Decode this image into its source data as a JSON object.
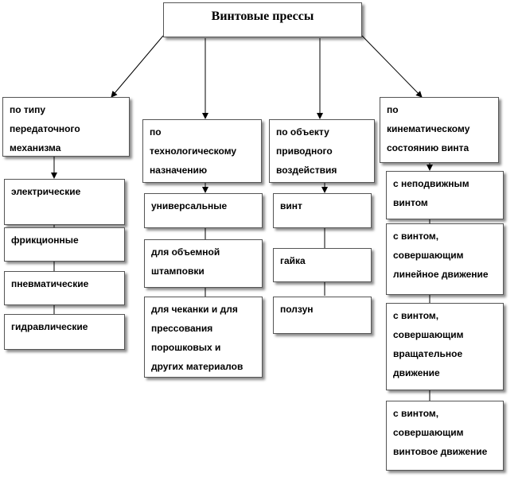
{
  "root": "Винтовые прессы",
  "columns": [
    {
      "header": "по типу\nпередаточного\nмеханизма",
      "items": [
        "электрические",
        "фрикционные",
        "пневматические",
        "гидравлические"
      ]
    },
    {
      "header": "по\nтехнологическому\nназначению",
      "items": [
        "универсальные",
        "для объемной\nштамповки",
        "для чеканки и для\nпрессования\nпорошковых  и\nдругих материалов"
      ]
    },
    {
      "header": "по объекту\nприводного\nвоздействия",
      "items": [
        "винт",
        "гайка",
        "ползун"
      ]
    },
    {
      "header": "по\nкинематическому\nсостоянию винта",
      "items": [
        "с неподвижным\nвинтом",
        "с винтом,\nсовершающим\nлинейное движение",
        "с винтом,\nсовершающим\nвращательное\nдвижение",
        "с винтом,\nсовершающим\nвинтовое движение"
      ]
    }
  ]
}
